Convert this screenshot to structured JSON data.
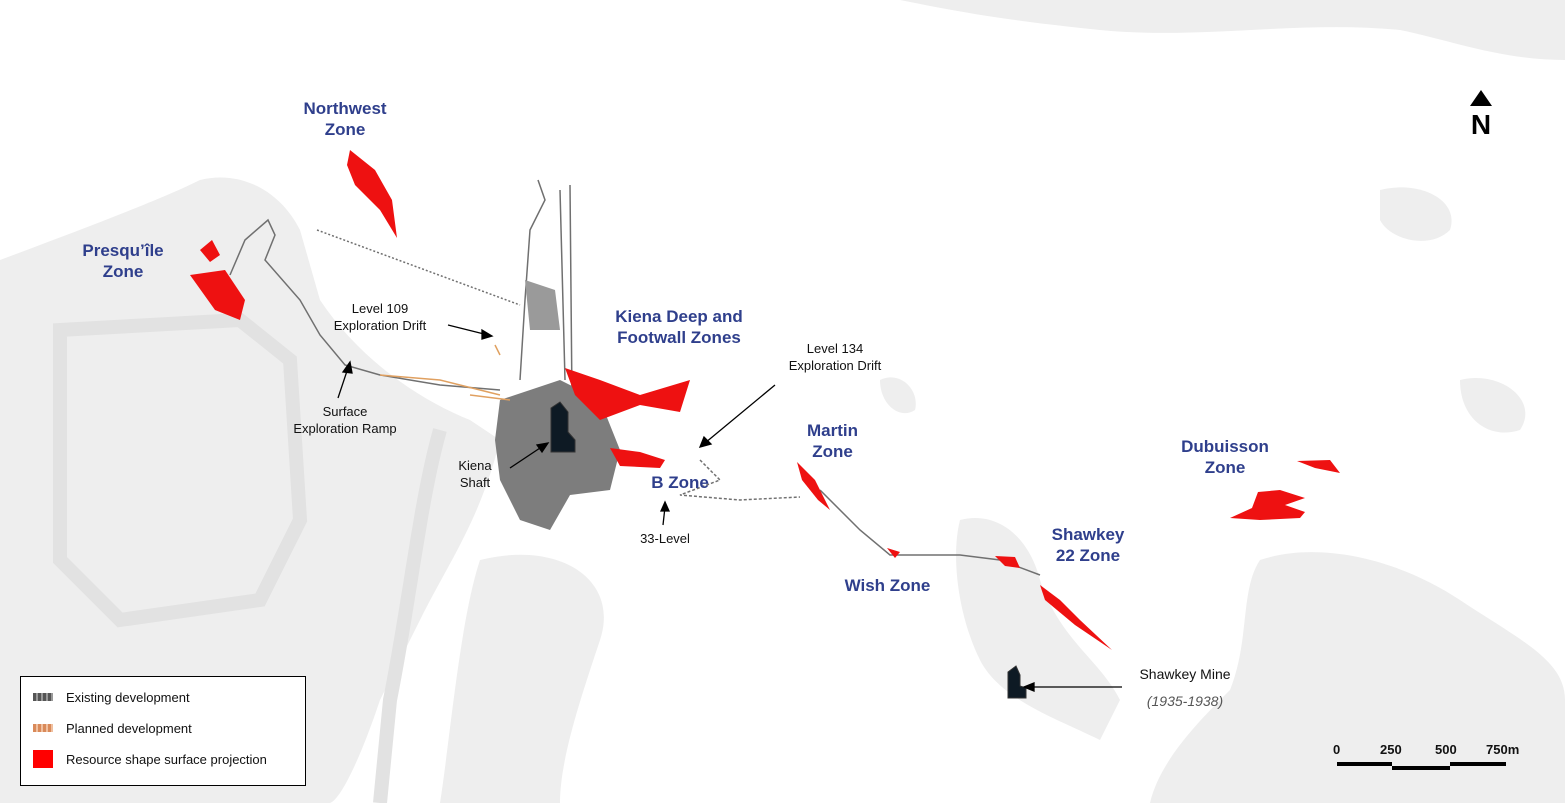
{
  "zones": {
    "northwest": "Northwest\nZone",
    "presquile": "Presqu’île\nZone",
    "kiena_deep": "Kiena Deep and\nFootwall Zones",
    "martin": "Martin\nZone",
    "dubuisson": "Dubuisson\nZone",
    "b_zone": "B Zone",
    "wish": "Wish Zone",
    "shawkey22": "Shawkey\n22 Zone"
  },
  "annotations": {
    "level109": "Level 109\nExploration Drift",
    "level134": "Level 134\nExploration Drift",
    "surface_ramp": "Surface\nExploration Ramp",
    "kiena_shaft": "Kiena\nShaft",
    "level33": "33-Level",
    "shawkey_mine": "Shawkey Mine",
    "shawkey_years": "(1935-1938)"
  },
  "legend": {
    "items": [
      {
        "label": "Existing development",
        "color": "#5a5a5a"
      },
      {
        "label": "Planned development",
        "color": "#d98a5a"
      },
      {
        "label": "Resource shape surface projection",
        "color": "#ff0000"
      }
    ]
  },
  "north_arrow": {
    "label": "N"
  },
  "scale_bar": {
    "ticks": [
      "0",
      "250",
      "500",
      "750m"
    ]
  },
  "colors": {
    "zone_label": "#2f3f8c",
    "resource": "#ff0000",
    "existing": "#6e6e6e",
    "planned": "#e0a060",
    "land": "#ececec"
  }
}
